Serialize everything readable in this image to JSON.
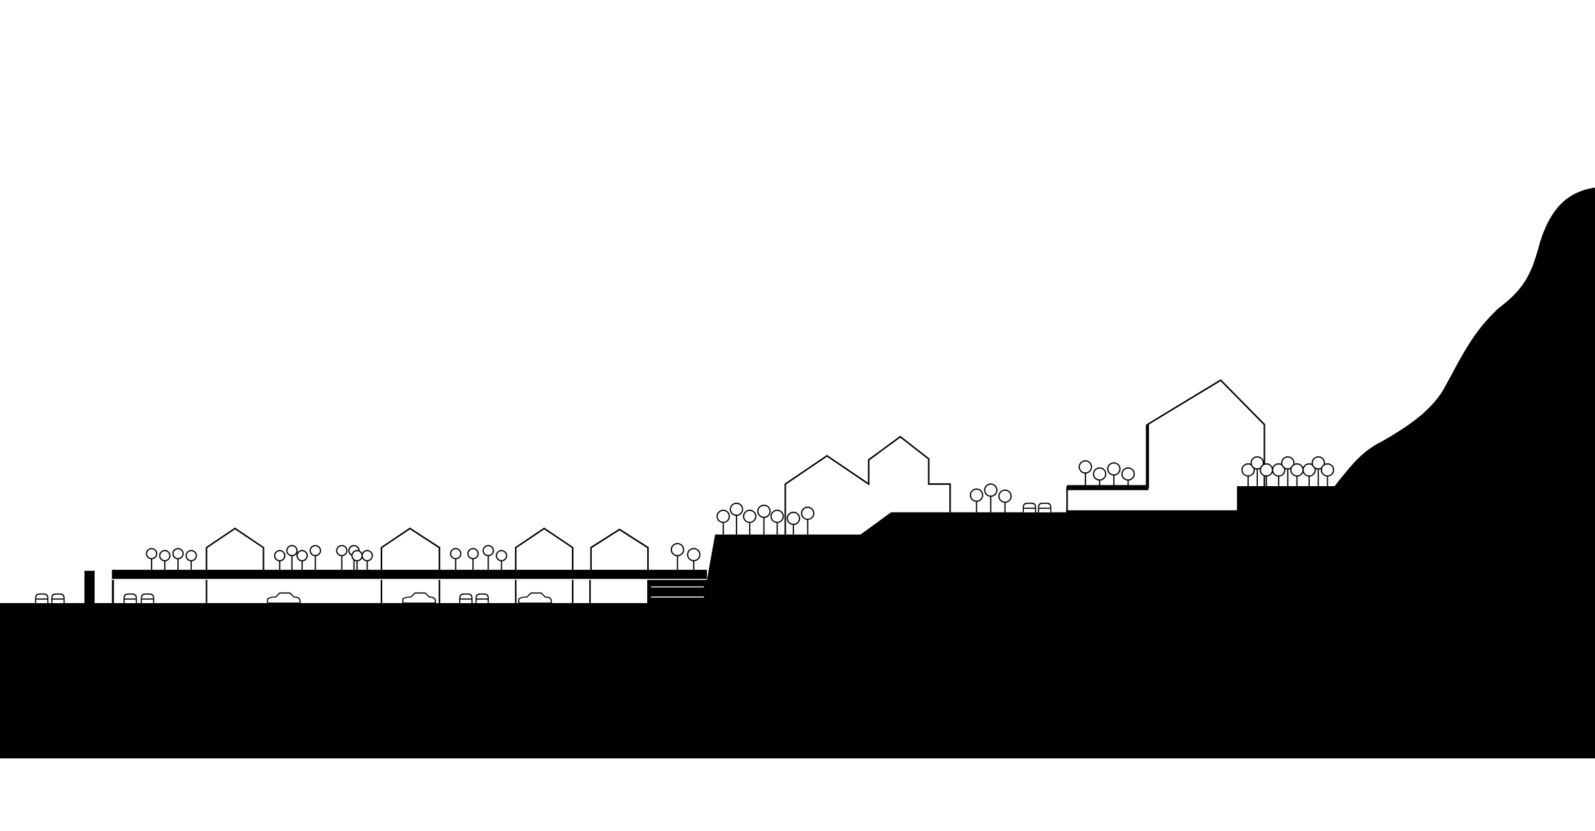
{
  "drawing": {
    "ink_color": "#000000",
    "paper_color": "#ffffff",
    "view": "site-section"
  },
  "elements": {
    "trees": 42,
    "cars": 11,
    "houses": 7
  }
}
